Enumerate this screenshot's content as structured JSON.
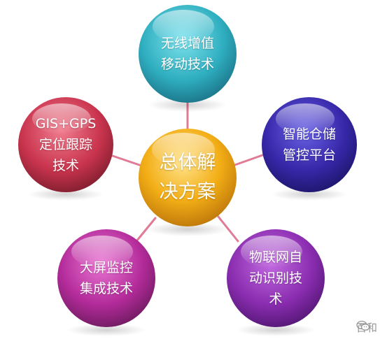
{
  "center": {
    "line1": "总体解",
    "line2": "决方案",
    "color": "#f2b21c"
  },
  "nodes": {
    "top": {
      "line1": "无线增值",
      "line2": "移动技术",
      "color": "#35b5c4"
    },
    "right": {
      "line1": "智能仓储",
      "line2": "管控平台",
      "color": "#3b2fae"
    },
    "bottom_right": {
      "line1": "物联网自",
      "line2": "动识别技",
      "line3": "术",
      "color": "#8a2fb0"
    },
    "bottom_left": {
      "line1": "大屏监控",
      "line2": "集成技术",
      "color": "#b52c9c"
    },
    "left": {
      "line1": "GIS+GPS",
      "line2": "定位跟踪",
      "line3": "技术",
      "color": "#cc3650"
    }
  },
  "connector_color": "#e07b96",
  "watermark": {
    "icon": "wechat-icon",
    "text": "百和"
  }
}
